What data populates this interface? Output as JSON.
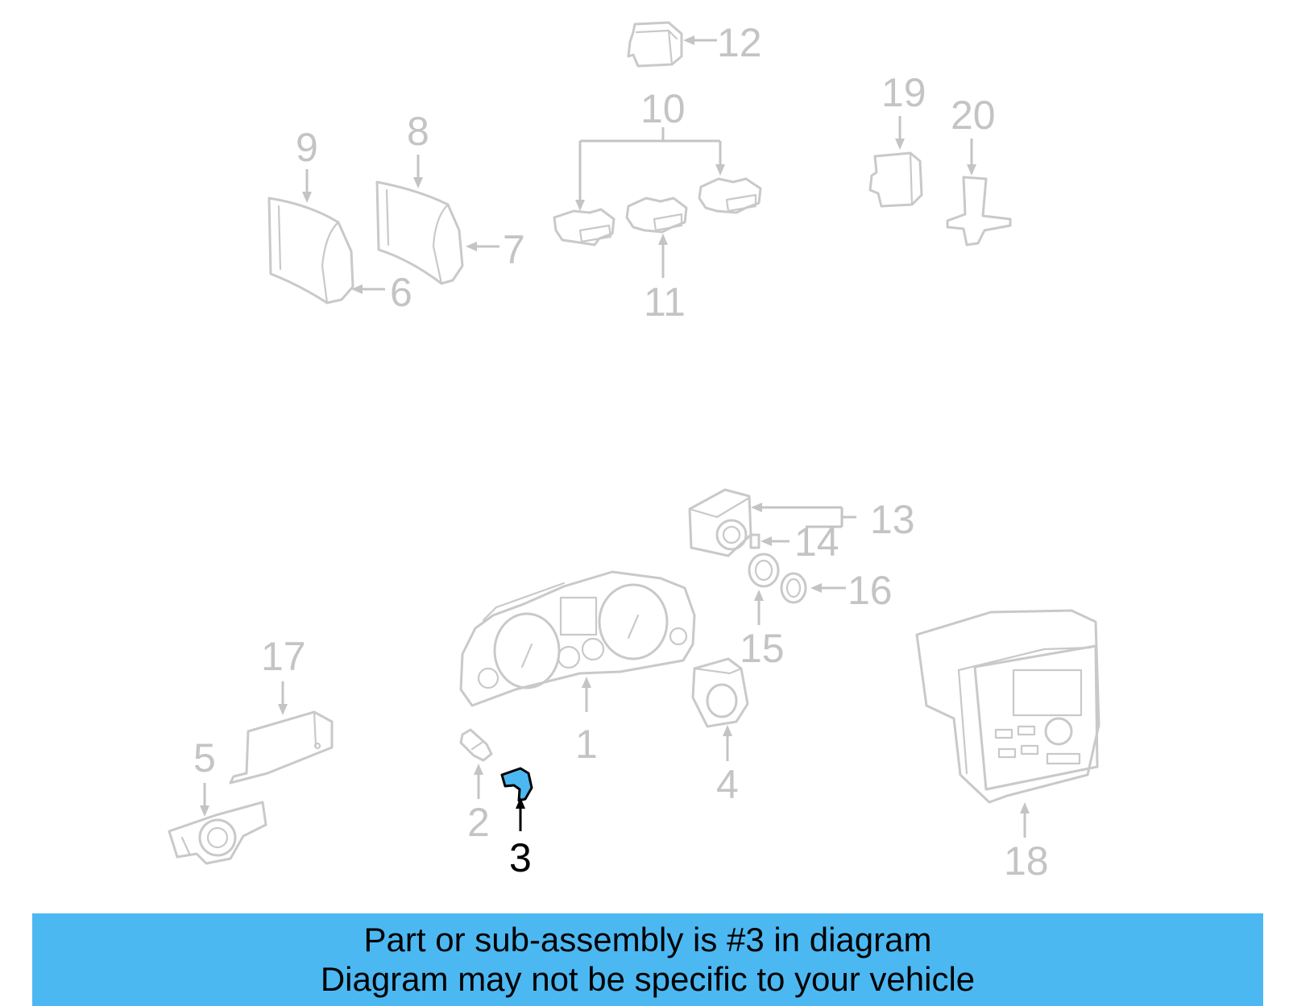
{
  "diagram": {
    "highlighted_part": "3",
    "highlight_color": "#4cb8f2",
    "inactive_color": "#c4c4c4",
    "callouts": [
      "1",
      "2",
      "3",
      "4",
      "5",
      "6",
      "7",
      "8",
      "9",
      "10",
      "11",
      "12",
      "13",
      "14",
      "15",
      "16",
      "17",
      "18",
      "19",
      "20"
    ]
  },
  "banner": {
    "line1": "Part or sub-assembly is #3 in diagram",
    "line2": "Diagram may not be specific to your vehicle"
  }
}
